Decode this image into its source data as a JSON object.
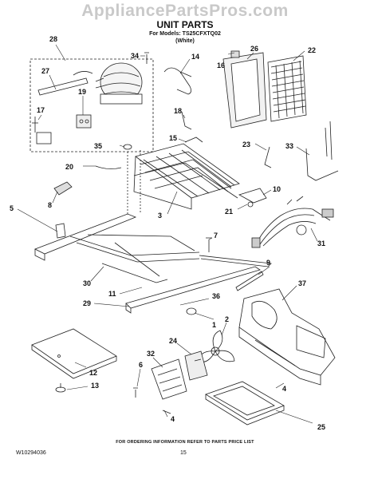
{
  "header": {
    "watermark": "AppliancePartsPros.com",
    "title": "UNIT PARTS",
    "models_line": "For Models: TS25CFXTQ02",
    "color_line": "(White)"
  },
  "callouts": [
    "28",
    "34",
    "14",
    "16",
    "26",
    "22",
    "27",
    "19",
    "17",
    "18",
    "35",
    "15",
    "23",
    "33",
    "20",
    "8",
    "10",
    "5",
    "3",
    "21",
    "31",
    "7",
    "9",
    "30",
    "11",
    "36",
    "37",
    "29",
    "1",
    "2",
    "24",
    "32",
    "6",
    "12",
    "13",
    "4",
    "4",
    "25"
  ],
  "footer": {
    "note": "FOR ORDERING INFORMATION REFER TO PARTS PRICE LIST",
    "doc_number": "W10294036",
    "page_number": "15"
  }
}
